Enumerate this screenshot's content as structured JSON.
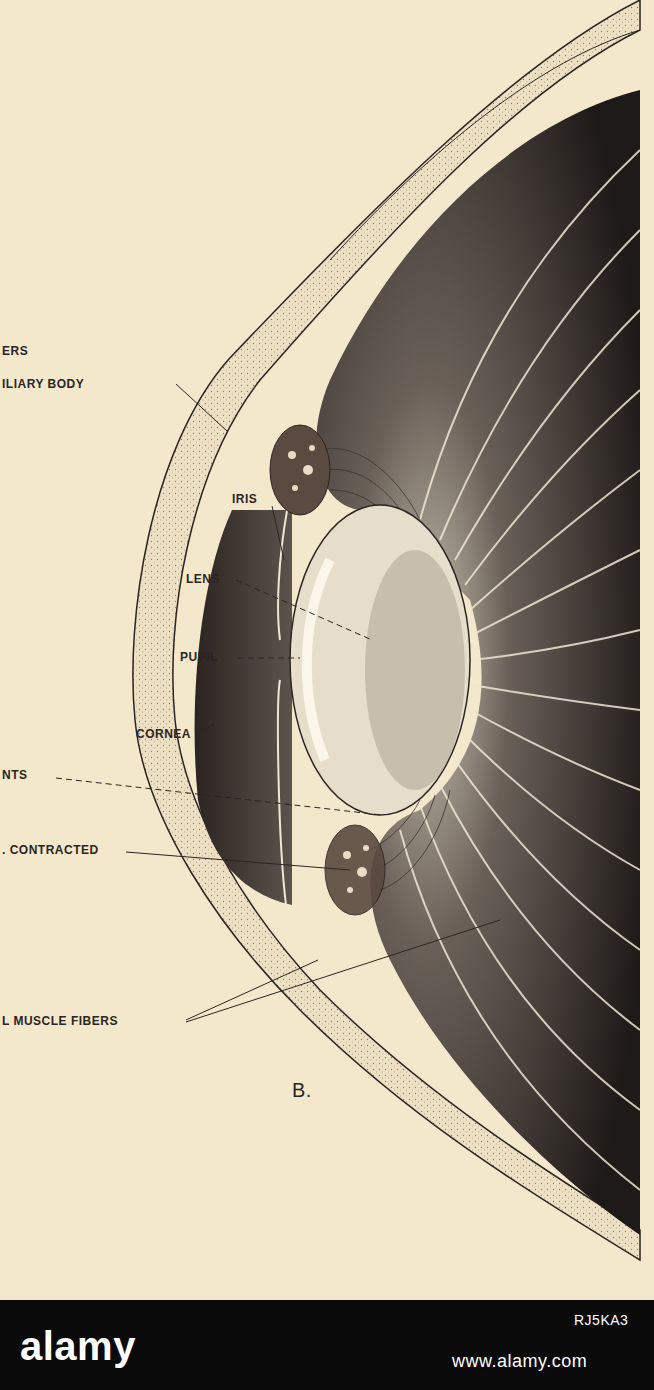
{
  "diagram": {
    "labels": [
      "ERS",
      "ILIARY BODY",
      "IRIS",
      "LENS",
      "PUPIL",
      "CORNEA",
      "NTS",
      ". CONTRACTED",
      "L MUSCLE FIBERS",
      "B.",
      "alamy",
      "www.alamy.com",
      "RJ5KA3"
    ]
  }
}
